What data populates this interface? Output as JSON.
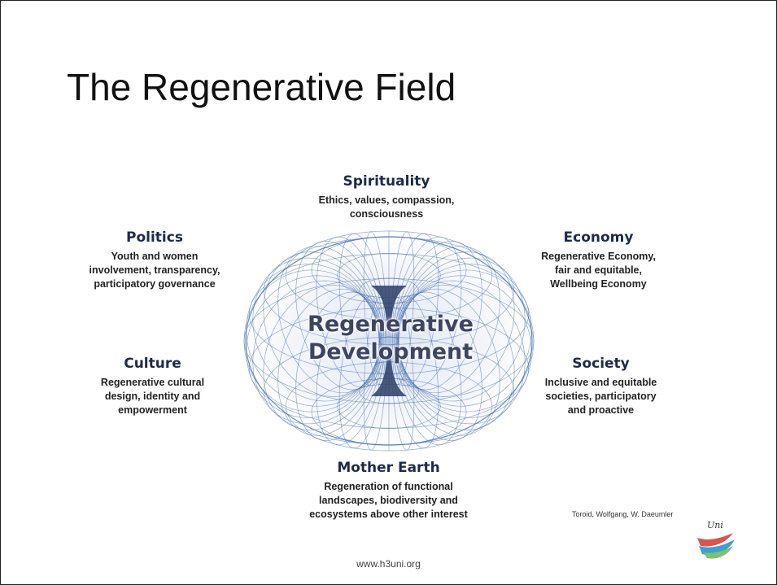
{
  "title": "The Regenerative Field",
  "center": {
    "line1": "Regenerative",
    "line2": "Development"
  },
  "nodes": {
    "spirituality": {
      "heading": "Spirituality",
      "lines": [
        "Ethics, values, compassion,",
        "consciousness"
      ]
    },
    "politics": {
      "heading": "Politics",
      "lines": [
        "Youth and women",
        "involvement, transparency,",
        "participatory governance"
      ]
    },
    "economy": {
      "heading": "Economy",
      "lines": [
        "Regenerative Economy,",
        "fair and equitable,",
        "Wellbeing Economy"
      ]
    },
    "culture": {
      "heading": "Culture",
      "lines": [
        "Regenerative cultural",
        "design, identity and",
        "empowerment"
      ]
    },
    "society": {
      "heading": "Society",
      "lines": [
        "Inclusive and equitable",
        "societies, participatory",
        "and proactive"
      ]
    },
    "mother_earth": {
      "heading": "Mother Earth",
      "lines": [
        "Regeneration of functional",
        "landscapes, biodiversity and",
        "ecosystems above other interest"
      ]
    }
  },
  "credit": "Toroid, Wolfgang, W. Daeumler",
  "footer": "www.h3uni.org",
  "logo_text": "Uni",
  "colors": {
    "torus_line": "#4a6fb0",
    "heading": "#1e2a4a",
    "center_text": "#3d4560"
  }
}
